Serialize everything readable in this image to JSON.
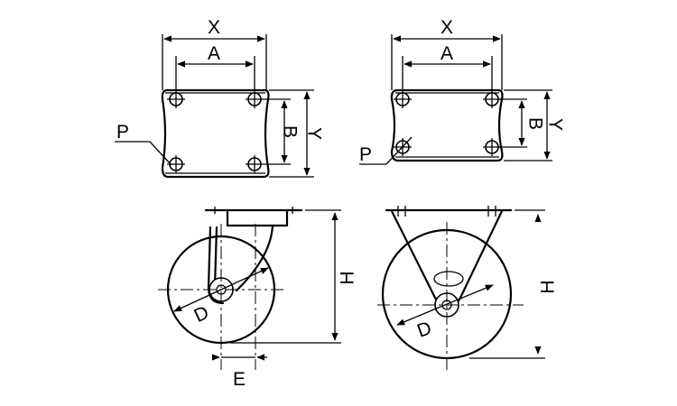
{
  "diagram": {
    "swivel_plate": {
      "width_label": "X",
      "hole_span_label": "A",
      "hole_depth_label": "B",
      "depth_label": "Y",
      "hole_label": "P"
    },
    "rigid_plate": {
      "width_label": "X",
      "hole_span_label": "A",
      "hole_depth_label": "B",
      "depth_label": "Y",
      "hole_label": "P"
    },
    "swivel_side": {
      "height_label": "H",
      "diameter_label": "D",
      "offset_label": "E"
    },
    "rigid_side": {
      "height_label": "H",
      "diameter_label": "D"
    }
  }
}
